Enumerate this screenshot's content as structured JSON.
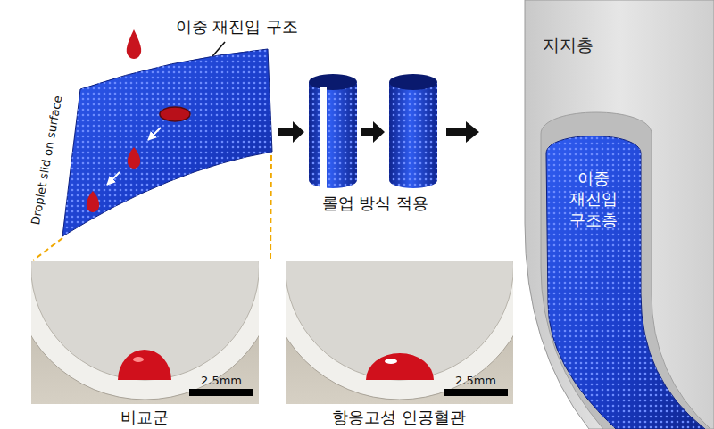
{
  "diagram": {
    "nodes": [
      {
        "text": [
          "지지층"
        ]
      },
      {
        "text": [
          "이중 재진입 구조층"
        ],
        "in": 0
      }
    ],
    "labels": [
      "이중 재진입 구조",
      "Droplet slid on surface",
      "롤업 방식 적용",
      "2.5mm",
      "비교군",
      "2.5mm",
      "항응고성 인공혈관"
    ]
  }
}
